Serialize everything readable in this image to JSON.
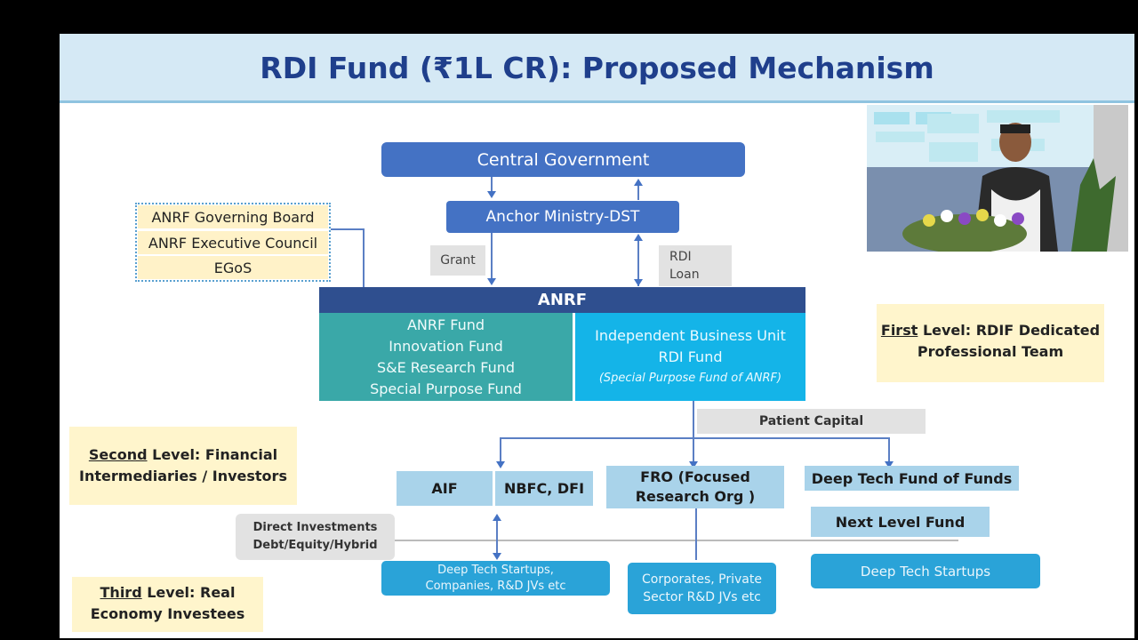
{
  "title": "RDI Fund (₹1L CR): Proposed Mechanism",
  "nodes": {
    "central_government": "Central Government",
    "anchor_ministry": "Anchor Ministry-DST",
    "grant": "Grant",
    "rdi_loan": "RDI Loan",
    "anrf": "ANRF",
    "anrf_funds": [
      "ANRF Fund",
      "Innovation Fund",
      "S&E Research Fund",
      "Special Purpose Fund"
    ],
    "ibu_line1": "Independent Business Unit",
    "ibu_line2": "RDI Fund",
    "ibu_line3": "(Special Purpose Fund of ANRF)",
    "patient_capital": "Patient Capital",
    "aif": "AIF",
    "nbfc": "NBFC, DFI",
    "fro": "FRO (Focused Research Org )",
    "deep_tech_fof": "Deep Tech Fund of Funds",
    "next_level_fund": "Next Level Fund",
    "direct_investments_1": "Direct Investments",
    "direct_investments_2": "Debt/Equity/Hybrid",
    "startups_companies": "Deep Tech Startups, Companies, R&D JVs etc",
    "corporates": "Corporates, Private Sector R&D JVs etc",
    "deep_tech_startups": "Deep Tech Startups"
  },
  "governance": [
    "ANRF Governing Board",
    "ANRF Executive Council",
    "EGoS"
  ],
  "levels": {
    "first_key": "First",
    "first_rest": " Level: RDIF Dedicated Professional Team",
    "second_key": "Second",
    "second_rest": " Level: Financial Intermediaries / Investors",
    "third_key": "Third",
    "third_rest": " Level: Real Economy Investees"
  },
  "colors": {
    "title": "#1f3f8c",
    "primary_blue": "#4472c4",
    "anrf_header": "#2f4f8f",
    "teal": "#3aa8a8",
    "cyan": "#14b4e8",
    "light_blue": "#a9d3ea",
    "note_yellow": "#fff5cc"
  }
}
